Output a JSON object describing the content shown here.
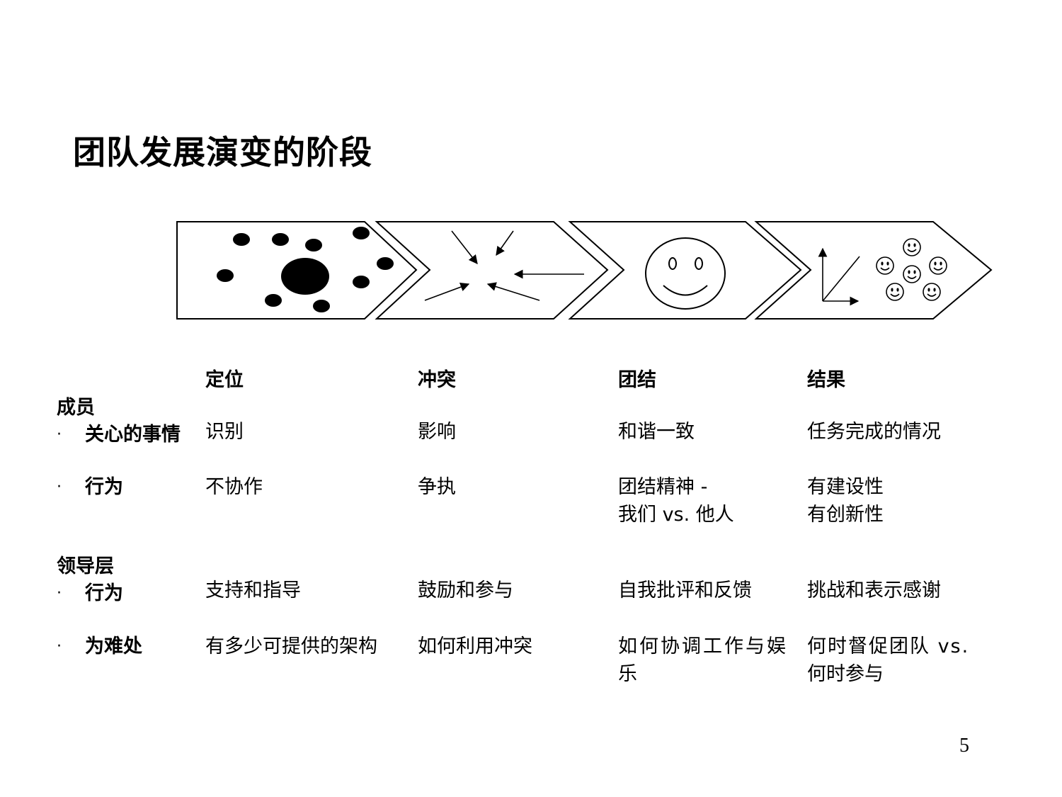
{
  "title": "团队发展演变的阶段",
  "stages": [
    "定位",
    "冲突",
    "团结",
    "结果"
  ],
  "sections": {
    "members": {
      "label": "成员",
      "rows": [
        {
          "label": "关心的事情",
          "cells": [
            "识别",
            "影响",
            "和谐一致",
            "任务完成的情况"
          ]
        },
        {
          "label": "行为",
          "cells": [
            "不协作",
            "争执",
            "团结精神 -",
            "有建设性"
          ],
          "cells_line2": [
            "",
            "",
            "我们 vs. 他人",
            "有创新性"
          ]
        }
      ]
    },
    "leadership": {
      "label": "领导层",
      "rows": [
        {
          "label": "行为",
          "cells": [
            "支持和指导",
            "鼓励和参与",
            "自我批评和反馈",
            "挑战和表示感谢"
          ]
        },
        {
          "label": "为难处",
          "cells": [
            "有多少可提供的架构",
            "如何利用冲突",
            "如何协调工作与娱",
            "何时督促团队 vs."
          ],
          "cells_line2": [
            "",
            "",
            "乐",
            "何时参与"
          ]
        }
      ]
    }
  },
  "bullet": "·",
  "page_number": "5"
}
